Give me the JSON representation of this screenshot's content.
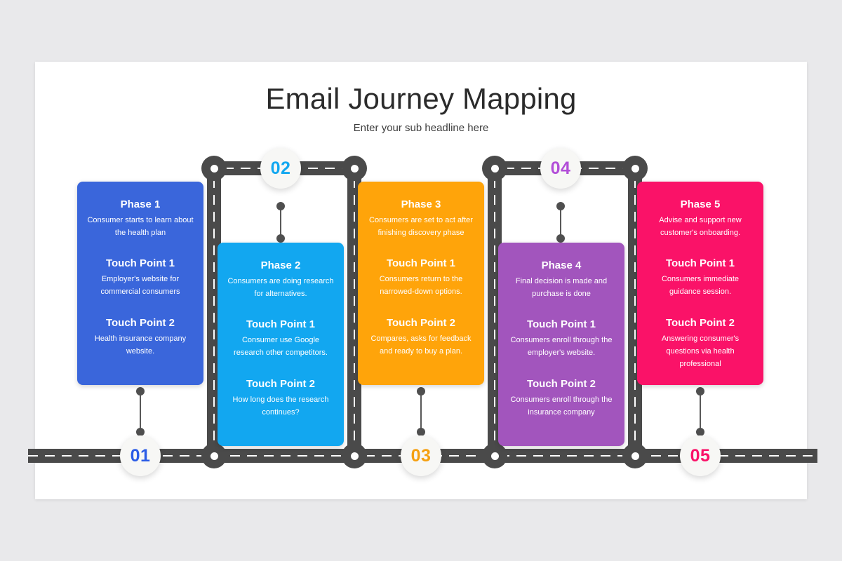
{
  "slide": {
    "title": "Email Journey Mapping",
    "subtitle": "Enter your sub headline here"
  },
  "colors": {
    "phase1": "#3a66db",
    "phase2": "#12a7f0",
    "phase3": "#ffa40a",
    "phase4": "#a255bd",
    "phase5": "#fa1268",
    "road": "#4a4a4a",
    "badge_bg": "#f7f7f5",
    "slide_bg": "#ffffff",
    "page_bg": "#e9e9eb"
  },
  "badges": [
    {
      "label": "01",
      "color": "#2b5ce6"
    },
    {
      "label": "02",
      "color": "#12a7f0"
    },
    {
      "label": "03",
      "color": "#f5a011"
    },
    {
      "label": "04",
      "color": "#b24ed8"
    },
    {
      "label": "05",
      "color": "#fa1268"
    }
  ],
  "cards": [
    {
      "phase_title": "Phase 1",
      "phase_desc": "Consumer starts to learn about the health plan",
      "tp1_title": "Touch Point 1",
      "tp1_desc": "Employer's website for commercial consumers",
      "tp2_title": "Touch Point 2",
      "tp2_desc": "Health insurance company website.",
      "color": "#3a66db"
    },
    {
      "phase_title": "Phase 2",
      "phase_desc": "Consumers are doing research for alternatives.",
      "tp1_title": "Touch Point 1",
      "tp1_desc": "Consumer use Google research other competitors.",
      "tp2_title": "Touch Point 2",
      "tp2_desc": "How long does the research continues?",
      "color": "#12a7f0"
    },
    {
      "phase_title": "Phase 3",
      "phase_desc": "Consumers are set to act after finishing discovery phase",
      "tp1_title": "Touch Point 1",
      "tp1_desc": "Consumers return to the narrowed-down options.",
      "tp2_title": "Touch Point 2",
      "tp2_desc": "Compares, asks for feedback and ready to buy a plan.",
      "color": "#ffa40a"
    },
    {
      "phase_title": "Phase 4",
      "phase_desc": "Final decision is made and purchase is done",
      "tp1_title": "Touch Point 1",
      "tp1_desc": "Consumers enroll through the employer's website.",
      "tp2_title": "Touch Point 2",
      "tp2_desc": "Consumers enroll through the insurance company",
      "color": "#a255bd"
    },
    {
      "phase_title": "Phase 5",
      "phase_desc": "Advise and support new customer's onboarding.",
      "tp1_title": "Touch Point 1",
      "tp1_desc": "Consumers immediate guidance session.",
      "tp2_title": "Touch Point 2",
      "tp2_desc": "Answering consumer's questions via health professional",
      "color": "#fa1268"
    }
  ]
}
